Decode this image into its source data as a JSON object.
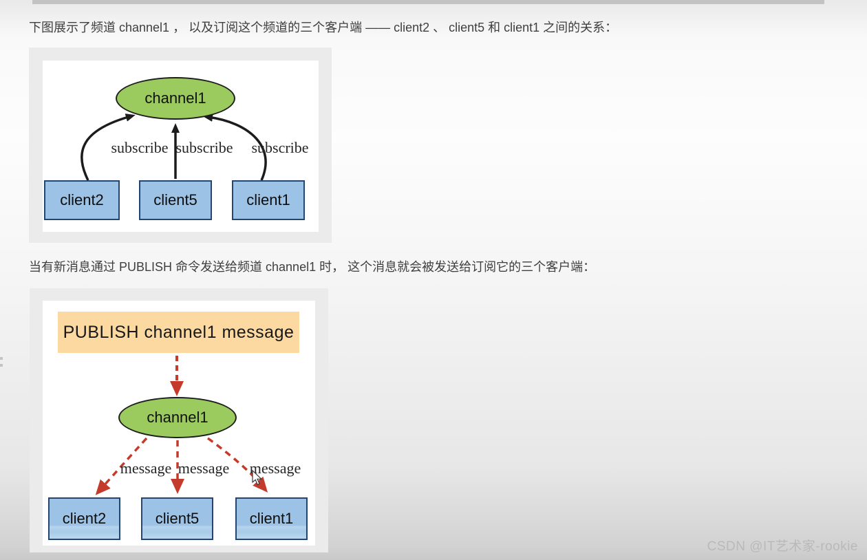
{
  "article": {
    "paragraph_subscribe": "下图展示了频道 channel1 ， 以及订阅这个频道的三个客户端 —— client2 、 client5 和 client1 之间的关系：",
    "paragraph_publish": "当有新消息通过 PUBLISH 命令发送给频道 channel1 时， 这个消息就会被发送给订阅它的三个客户端：",
    "watermark": "CSDN @IT艺术家-rookie"
  },
  "colors": {
    "channel_node_green": "#9bcb5e",
    "client_node_blue": "#9cc2e5",
    "publish_box_orange": "#fcd9a1",
    "subscribe_arrow_black": "#1c1c1c",
    "message_arrow_red": "#c43b2b",
    "diagram_frame_gray": "#ebebeb"
  },
  "subscribe_diagram": {
    "channel": "channel1",
    "clients": [
      "client2",
      "client5",
      "client1"
    ],
    "edge_labels": [
      "subscribe",
      "subscribe",
      "subscribe"
    ]
  },
  "publish_diagram": {
    "publish_command": "PUBLISH channel1 message",
    "channel": "channel1",
    "clients": [
      "client2",
      "client5",
      "client1"
    ],
    "edge_labels": [
      "message",
      "message",
      "message"
    ]
  }
}
